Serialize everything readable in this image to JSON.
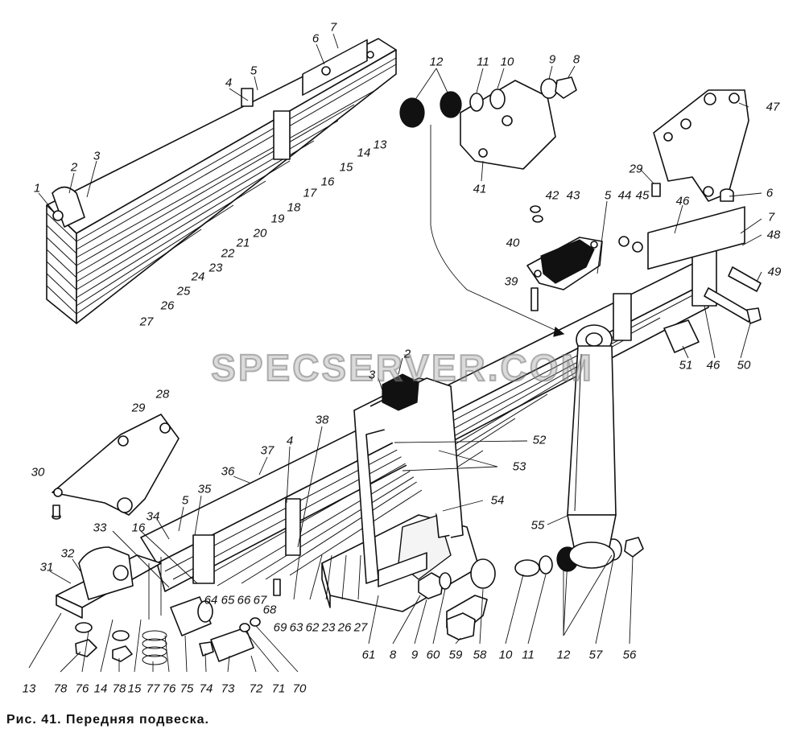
{
  "caption": "Рис. 41. Передняя подвеска.",
  "watermark": "SPECSERVER.COM",
  "callouts": [
    {
      "id": "c1",
      "text": "1"
    },
    {
      "id": "c2",
      "text": "2"
    },
    {
      "id": "c3",
      "text": "3"
    },
    {
      "id": "c4",
      "text": "4"
    },
    {
      "id": "c5",
      "text": "5"
    },
    {
      "id": "c6",
      "text": "6"
    },
    {
      "id": "c7",
      "text": "7"
    },
    {
      "id": "c13a",
      "text": "13"
    },
    {
      "id": "c14a",
      "text": "14"
    },
    {
      "id": "c15a",
      "text": "15"
    },
    {
      "id": "c16a",
      "text": "16"
    },
    {
      "id": "c17",
      "text": "17"
    },
    {
      "id": "c18",
      "text": "18"
    },
    {
      "id": "c19",
      "text": "19"
    },
    {
      "id": "c20",
      "text": "20"
    },
    {
      "id": "c21",
      "text": "21"
    },
    {
      "id": "c22",
      "text": "22"
    },
    {
      "id": "c23a",
      "text": "23"
    },
    {
      "id": "c24",
      "text": "24"
    },
    {
      "id": "c25",
      "text": "25"
    },
    {
      "id": "c26a",
      "text": "26"
    },
    {
      "id": "c27a",
      "text": "27"
    },
    {
      "id": "c12a",
      "text": "12"
    },
    {
      "id": "c11a",
      "text": "11"
    },
    {
      "id": "c10a",
      "text": "10"
    },
    {
      "id": "c9a",
      "text": "9"
    },
    {
      "id": "c8a",
      "text": "8"
    },
    {
      "id": "c41",
      "text": "41"
    },
    {
      "id": "c47",
      "text": "47"
    },
    {
      "id": "c29a",
      "text": "29"
    },
    {
      "id": "c6b",
      "text": "6"
    },
    {
      "id": "c42",
      "text": "42"
    },
    {
      "id": "c43",
      "text": "43"
    },
    {
      "id": "c5b",
      "text": "5"
    },
    {
      "id": "c44",
      "text": "44"
    },
    {
      "id": "c45",
      "text": "45"
    },
    {
      "id": "c46a",
      "text": "46"
    },
    {
      "id": "c7b",
      "text": "7"
    },
    {
      "id": "c48",
      "text": "48"
    },
    {
      "id": "c40",
      "text": "40"
    },
    {
      "id": "c39",
      "text": "39"
    },
    {
      "id": "c49",
      "text": "49"
    },
    {
      "id": "c51",
      "text": "51"
    },
    {
      "id": "c46b",
      "text": "46"
    },
    {
      "id": "c50",
      "text": "50"
    },
    {
      "id": "c2b",
      "text": "2"
    },
    {
      "id": "c3b",
      "text": "3"
    },
    {
      "id": "c52",
      "text": "52"
    },
    {
      "id": "c53",
      "text": "53"
    },
    {
      "id": "c54",
      "text": "54"
    },
    {
      "id": "c55",
      "text": "55"
    },
    {
      "id": "c28",
      "text": "28"
    },
    {
      "id": "c29b",
      "text": "29"
    },
    {
      "id": "c30",
      "text": "30"
    },
    {
      "id": "c38",
      "text": "38"
    },
    {
      "id": "c37",
      "text": "37"
    },
    {
      "id": "c4b",
      "text": "4"
    },
    {
      "id": "c36",
      "text": "36"
    },
    {
      "id": "c35",
      "text": "35"
    },
    {
      "id": "c5c",
      "text": "5"
    },
    {
      "id": "c34",
      "text": "34"
    },
    {
      "id": "c33",
      "text": "33"
    },
    {
      "id": "c16b",
      "text": "16"
    },
    {
      "id": "c32",
      "text": "32"
    },
    {
      "id": "c31",
      "text": "31"
    },
    {
      "id": "c64",
      "text": "64"
    },
    {
      "id": "c65",
      "text": "65"
    },
    {
      "id": "c66",
      "text": "66"
    },
    {
      "id": "c67",
      "text": "67"
    },
    {
      "id": "c68",
      "text": "68"
    },
    {
      "id": "c69",
      "text": "69"
    },
    {
      "id": "c63",
      "text": "63"
    },
    {
      "id": "c62",
      "text": "62"
    },
    {
      "id": "c23b",
      "text": "23"
    },
    {
      "id": "c26b",
      "text": "26"
    },
    {
      "id": "c27b",
      "text": "27"
    },
    {
      "id": "c61",
      "text": "61"
    },
    {
      "id": "c8b",
      "text": "8"
    },
    {
      "id": "c9b",
      "text": "9"
    },
    {
      "id": "c60",
      "text": "60"
    },
    {
      "id": "c59",
      "text": "59"
    },
    {
      "id": "c58",
      "text": "58"
    },
    {
      "id": "c10b",
      "text": "10"
    },
    {
      "id": "c11b",
      "text": "11"
    },
    {
      "id": "c12b",
      "text": "12"
    },
    {
      "id": "c57",
      "text": "57"
    },
    {
      "id": "c56",
      "text": "56"
    },
    {
      "id": "c13b",
      "text": "13"
    },
    {
      "id": "c78a",
      "text": "78"
    },
    {
      "id": "c76a",
      "text": "76"
    },
    {
      "id": "c14b",
      "text": "14"
    },
    {
      "id": "c78b",
      "text": "78"
    },
    {
      "id": "c15b",
      "text": "15"
    },
    {
      "id": "c77",
      "text": "77"
    },
    {
      "id": "c76b",
      "text": "76"
    },
    {
      "id": "c75",
      "text": "75"
    },
    {
      "id": "c74",
      "text": "74"
    },
    {
      "id": "c73",
      "text": "73"
    },
    {
      "id": "c72",
      "text": "72"
    },
    {
      "id": "c71",
      "text": "71"
    },
    {
      "id": "c70",
      "text": "70"
    }
  ]
}
